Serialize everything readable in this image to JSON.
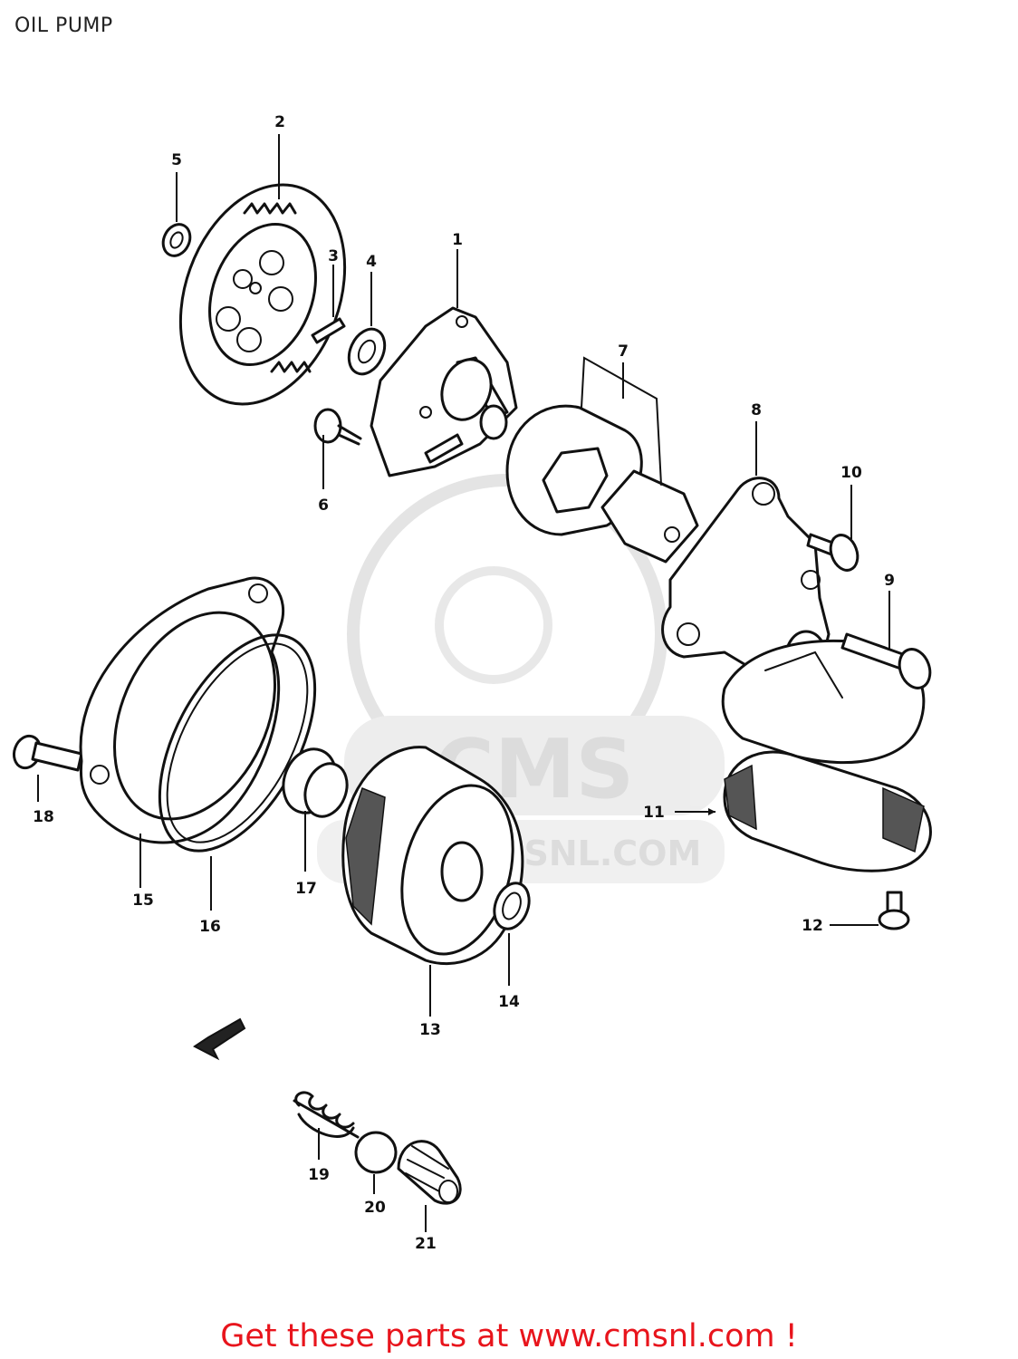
{
  "title": "OIL PUMP",
  "watermark": {
    "brand": "CMS",
    "url": "WWW.CMSNL.COM"
  },
  "footer": {
    "text": "Get these parts at www.cmsnl.com !",
    "color": "#e8141c"
  },
  "part_labels": [
    "1",
    "2",
    "3",
    "4",
    "5",
    "6",
    "7",
    "8",
    "9",
    "10",
    "11",
    "12",
    "13",
    "14",
    "15",
    "16",
    "17",
    "18",
    "19",
    "20",
    "21"
  ]
}
